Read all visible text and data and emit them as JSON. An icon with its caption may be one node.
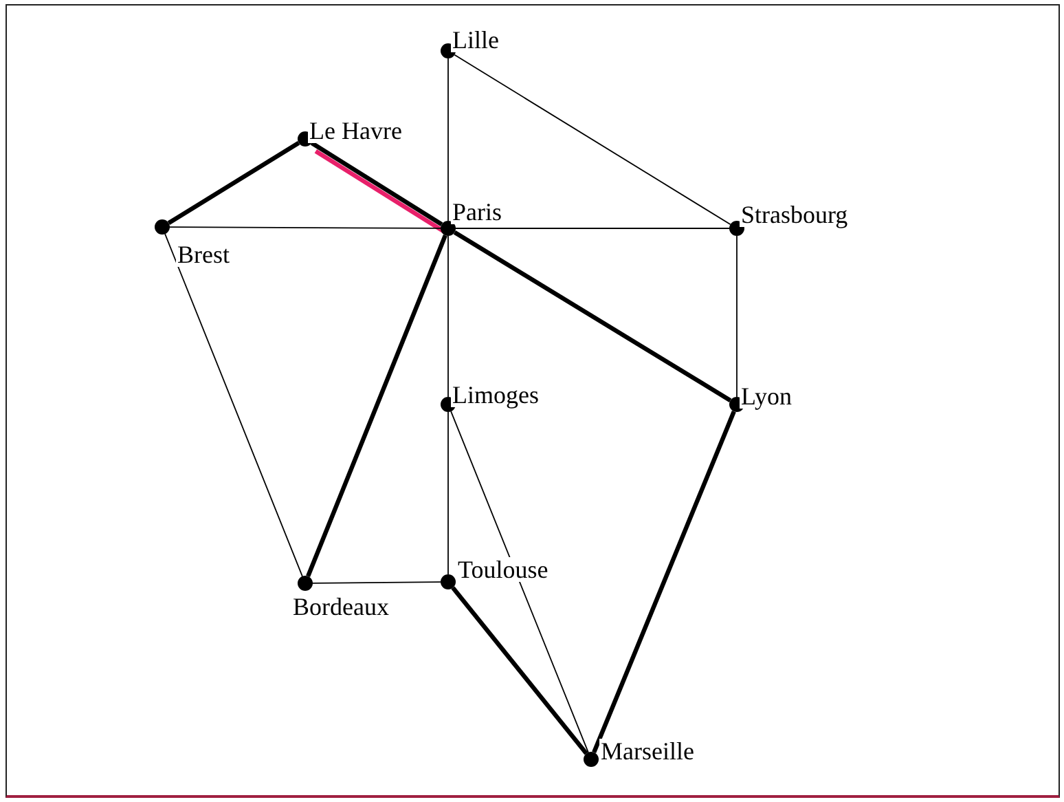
{
  "diagram": {
    "nodes": [
      {
        "text": [],
        "shape": "circle",
        "beside": [
          "Lille"
        ]
      },
      {
        "text": [],
        "shape": "circle",
        "beside": [
          "Le Havre"
        ]
      },
      {
        "text": [],
        "shape": "circle",
        "beside": [
          "Brest"
        ]
      },
      {
        "text": [],
        "shape": "circle",
        "beside": [
          "Paris"
        ]
      },
      {
        "text": [],
        "shape": "circle",
        "beside": [
          "Strasbourg"
        ]
      },
      {
        "text": [],
        "shape": "circle",
        "beside": [
          "Limoges"
        ]
      },
      {
        "text": [],
        "shape": "circle",
        "beside": [
          "Lyon"
        ]
      },
      {
        "text": [],
        "shape": "circle",
        "beside": [
          "Bordeaux"
        ]
      },
      {
        "text": [],
        "shape": "circle",
        "beside": [
          "Toulouse"
        ]
      },
      {
        "text": [],
        "shape": "circle",
        "beside": [
          "Marseille"
        ]
      }
    ],
    "edges": [
      {
        "from": 0,
        "to": 3,
        "arrow": "none"
      },
      {
        "from": 0,
        "to": 4,
        "arrow": "none"
      },
      {
        "from": 2,
        "to": 1,
        "arrow": "none",
        "style": "thick"
      },
      {
        "from": 1,
        "to": 3,
        "arrow": "none",
        "style": "thick"
      },
      {
        "from": 1,
        "to": 3,
        "arrow": "none",
        "style": "thick",
        "color": "#e8206a"
      },
      {
        "from": 2,
        "to": 3,
        "arrow": "none"
      },
      {
        "from": 3,
        "to": 4,
        "arrow": "none"
      },
      {
        "from": 3,
        "to": 5,
        "arrow": "none"
      },
      {
        "from": 3,
        "to": 6,
        "arrow": "none",
        "style": "thick"
      },
      {
        "from": 3,
        "to": 7,
        "arrow": "none",
        "style": "thick"
      },
      {
        "from": 2,
        "to": 7,
        "arrow": "none"
      },
      {
        "from": 4,
        "to": 6,
        "arrow": "none"
      },
      {
        "from": 5,
        "to": 8,
        "arrow": "none"
      },
      {
        "from": 5,
        "to": 9,
        "arrow": "none"
      },
      {
        "from": 7,
        "to": 8,
        "arrow": "none"
      },
      {
        "from": 8,
        "to": 9,
        "arrow": "none",
        "style": "thick"
      },
      {
        "from": 6,
        "to": 9,
        "arrow": "none",
        "style": "thick"
      }
    ]
  }
}
